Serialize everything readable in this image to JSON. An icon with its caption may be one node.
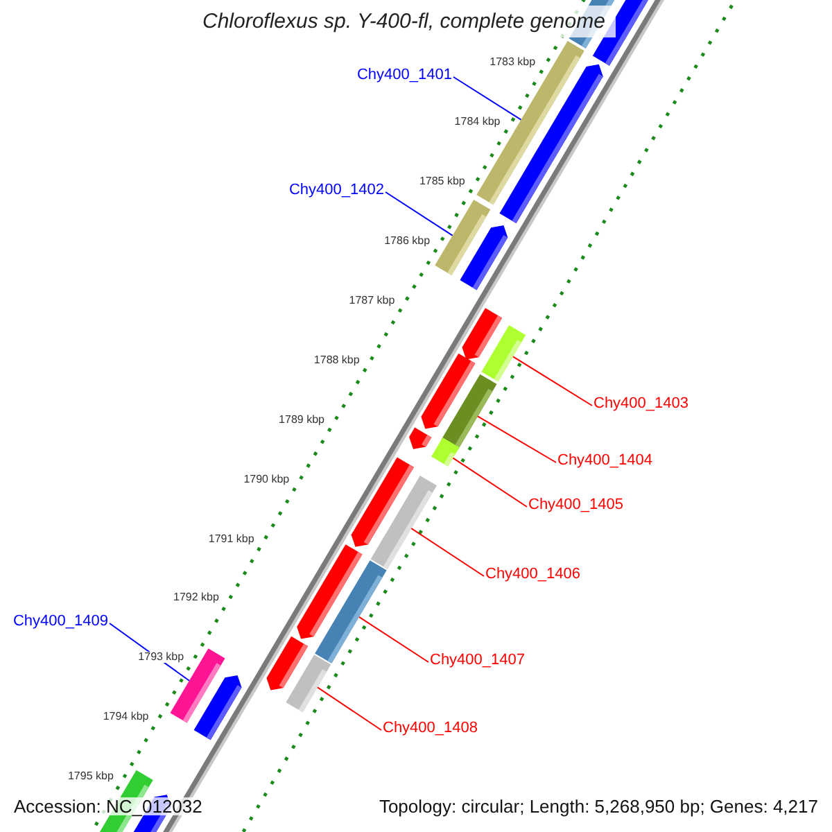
{
  "diagram": {
    "title": "Chloroflexus sp. Y-400-fl, complete genome",
    "nodes": [
      {
        "text": [
          "Chy400_1401"
        ]
      },
      {
        "text": [
          "Chy400_1402"
        ]
      },
      {
        "text": [
          "Chy400_1403"
        ]
      },
      {
        "text": [
          "Chy400_1404"
        ]
      },
      {
        "text": [
          "Chy400_1405"
        ]
      },
      {
        "text": [
          "Chy400_1406"
        ]
      },
      {
        "text": [
          "Chy400_1407"
        ]
      },
      {
        "text": [
          "Chy400_1408"
        ]
      },
      {
        "text": [
          "Chy400_1409"
        ]
      },
      {
        "text": [],
        "shape": "bar"
      },
      {
        "text": [],
        "shape": "bar"
      },
      {
        "text": [],
        "shape": "bar"
      },
      {
        "text": [],
        "shape": "bar"
      },
      {
        "text": [],
        "shape": "bar"
      },
      {
        "text": [],
        "shape": "bar"
      },
      {
        "text": [],
        "shape": "bar"
      },
      {
        "text": [],
        "shape": "bar"
      },
      {
        "text": [],
        "shape": "bar"
      }
    ],
    "edges": [
      {
        "from": 0,
        "to": 9,
        "arrow": "none",
        "color": "#0000ff"
      },
      {
        "from": 1,
        "to": 10,
        "arrow": "none",
        "color": "#0000ff"
      },
      {
        "from": 2,
        "to": 11,
        "arrow": "none"
      },
      {
        "from": 3,
        "to": 12,
        "arrow": "none"
      },
      {
        "from": 4,
        "to": 13,
        "arrow": "none"
      },
      {
        "from": 5,
        "to": 14,
        "arrow": "none"
      },
      {
        "from": 6,
        "to": 15,
        "arrow": "none"
      },
      {
        "from": 7,
        "to": 16,
        "arrow": "none"
      },
      {
        "from": 8,
        "to": 17,
        "arrow": "none",
        "color": "#0000ff"
      }
    ],
    "labels": [
      "1783 kbp",
      "1784 kbp",
      "1785 kbp",
      "1786 kbp",
      "1787 kbp",
      "1788 kbp",
      "1789 kbp",
      "1790 kbp",
      "1791 kbp",
      "1792 kbp",
      "1793 kbp",
      "1794 kbp",
      "1795 kbp",
      "Accession: NC_012032",
      "Topology: circular; Length: 5,268,950 bp; Genes: 4,217"
    ]
  }
}
